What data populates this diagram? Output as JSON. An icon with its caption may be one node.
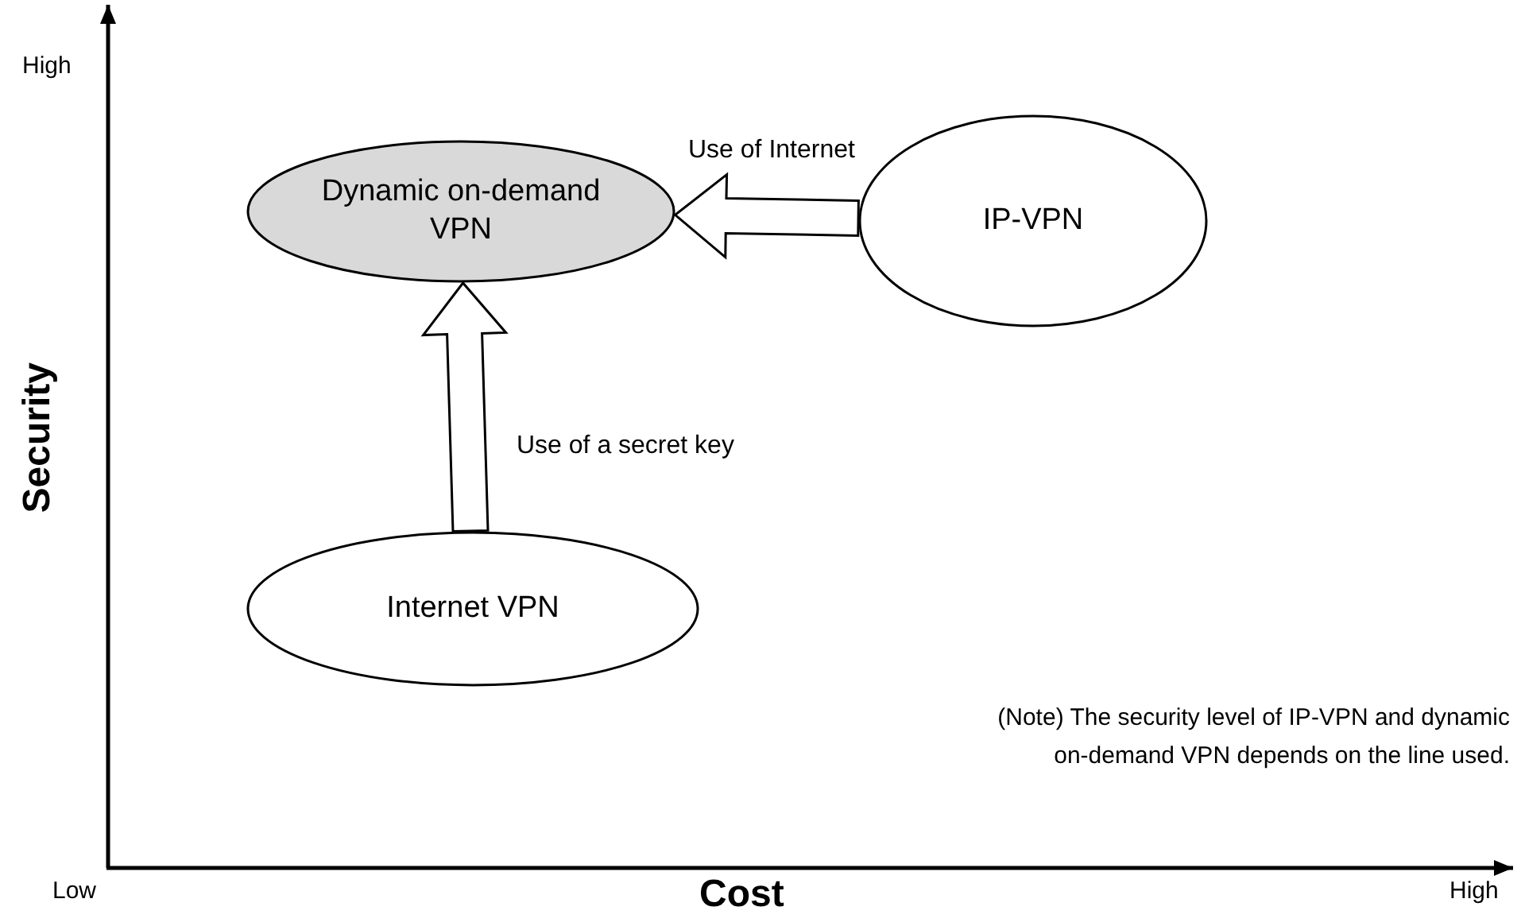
{
  "diagram": {
    "nodes": [
      {
        "text": [
          "Dynamic on-demand VPN"
        ]
      },
      {
        "text": [
          "IP-VPN"
        ]
      },
      {
        "text": [
          "Internet VPN"
        ]
      }
    ],
    "edges": [
      {
        "from": 1,
        "to": 0,
        "arrow": "to",
        "label": "Use of Internet",
        "style": "thick"
      },
      {
        "from": 2,
        "to": 0,
        "arrow": "to",
        "label": "Use of a secret key",
        "style": "thick"
      }
    ],
    "labels": [
      "High",
      "Security",
      "Low",
      "Cost",
      "High",
      "(Note) The security level of IP-VPN and dynamic on-demand VPN depends on the line used."
    ]
  }
}
